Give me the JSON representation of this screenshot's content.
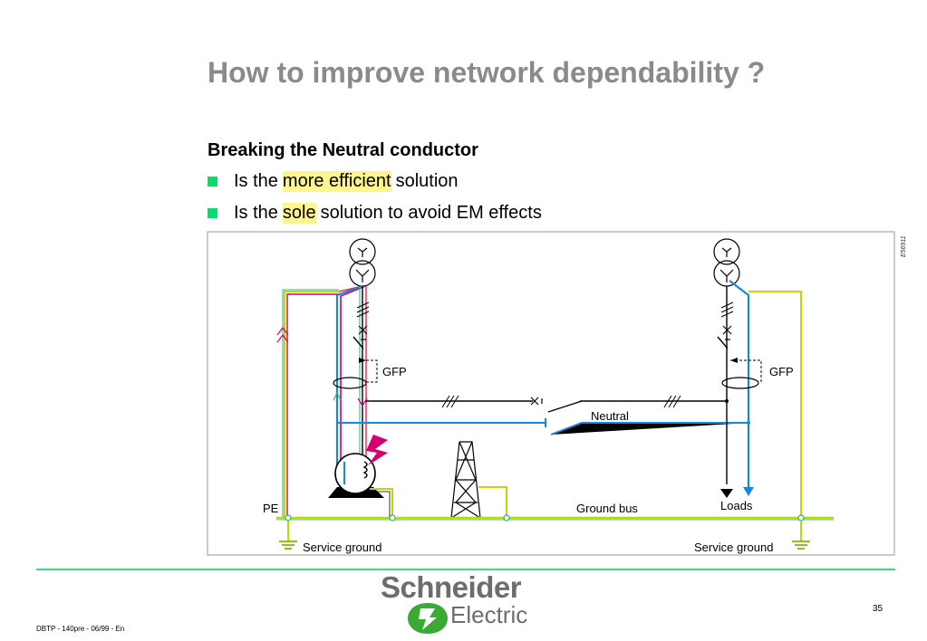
{
  "slide": {
    "title": "How to improve network dependability ?",
    "subheading": "Breaking the Neutral conductor",
    "bullets": [
      {
        "before": "Is the",
        "highlight": "more efficient",
        "after": "solution"
      },
      {
        "before": "Is the",
        "highlight": "sole",
        "after": "solution to avoid EM effects"
      }
    ]
  },
  "diagram": {
    "labels": {
      "gfp_left": "GFP",
      "gfp_right": "GFP",
      "neutral": "Neutral",
      "pe": "PE",
      "ground_bus": "Ground bus",
      "loads": "Loads",
      "service_ground_left": "Service ground",
      "service_ground_right": "Service ground",
      "reference": "E56911"
    },
    "colors": {
      "pe": "#c4d600",
      "neutral": "#1a86d6",
      "phase_green": "#2ab56a",
      "phase_magenta": "#d4006e",
      "phase_red": "#ea3b3b",
      "ground_mark": "#7fb800"
    }
  },
  "footer": {
    "left_text": "DBTP - 140pre - 06/99 - En",
    "page_number": "35",
    "logo_line1": "Schneider",
    "logo_line2": "Electric"
  }
}
